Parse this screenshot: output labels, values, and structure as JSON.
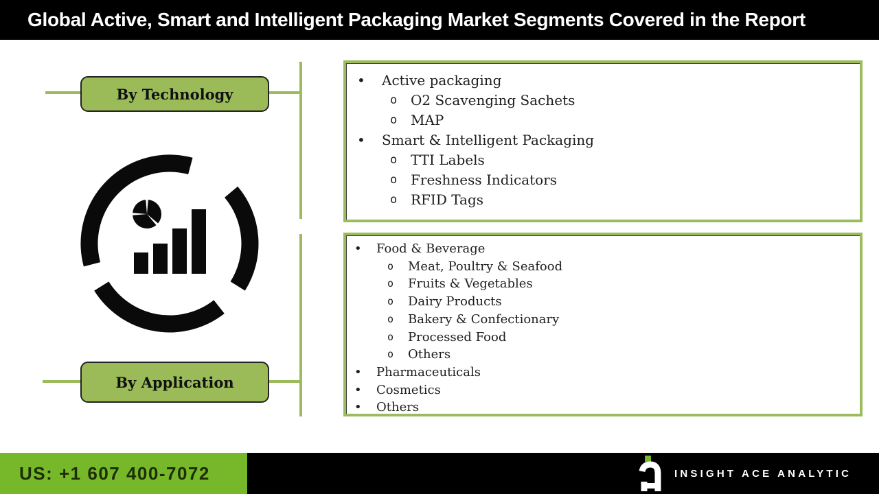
{
  "title": "Global Active, Smart and Intelligent Packaging Market Segments Covered in the Report",
  "buttons": {
    "technology": "By Technology",
    "application": "By Application"
  },
  "segments": {
    "technology": [
      {
        "label": "Active packaging",
        "children": [
          "O2 Scavenging Sachets",
          "MAP"
        ]
      },
      {
        "label": "Smart & Intelligent Packaging",
        "children": [
          "TTI Labels",
          "Freshness Indicators",
          "RFID Tags"
        ]
      }
    ],
    "application": [
      {
        "label": "Food & Beverage",
        "children": [
          "Meat, Poultry & Seafood",
          "Fruits & Vegetables",
          "Dairy Products",
          "Bakery & Confectionary",
          "Processed Food",
          "Others"
        ]
      },
      {
        "label": "Pharmaceuticals",
        "children": []
      },
      {
        "label": "Cosmetics",
        "children": []
      },
      {
        "label": "Others",
        "children": []
      }
    ]
  },
  "footer": {
    "phone": "US: +1 607 400-7072",
    "brand": "INSIGHT ACE ANALYTIC"
  },
  "icons": {
    "center": "market-analytics-icon",
    "logo": "insight-ace-logo"
  },
  "colors": {
    "olive_green": "#9bbb59",
    "box_border_green": "#9cbb5c",
    "footer_green": "#76b82a",
    "header_black": "#000000",
    "text_dark": "#1e1e1e"
  }
}
